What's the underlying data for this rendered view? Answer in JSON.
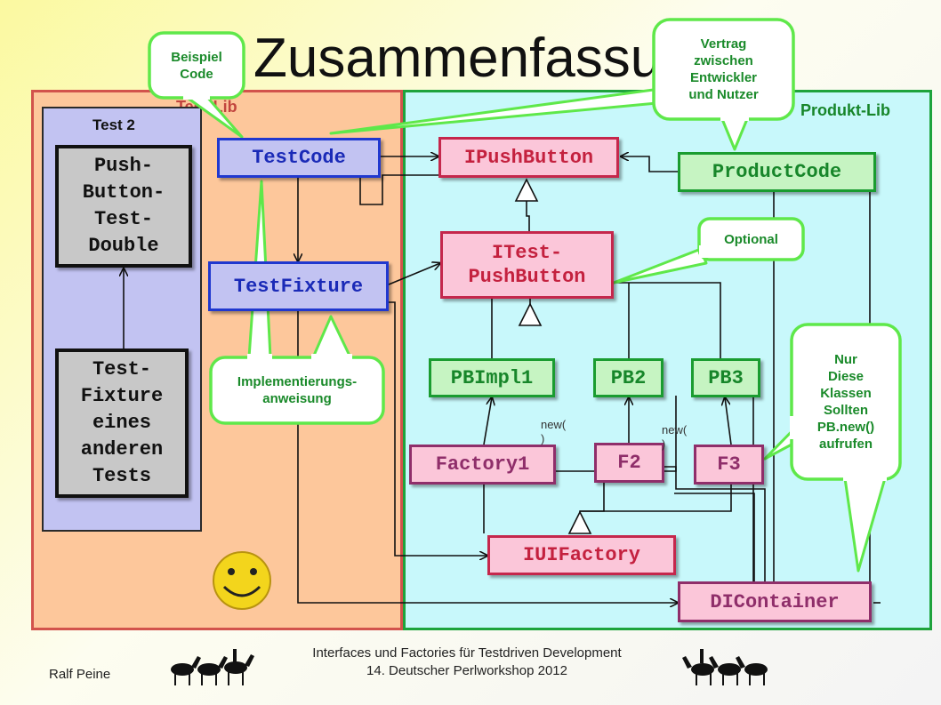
{
  "title": "Zusammenfassung",
  "regions": {
    "test_lib": "Test-Lib",
    "produkt_lib": "Produkt-Lib",
    "test2": "Test 2"
  },
  "boxes": {
    "push_button_test_double": "Push-\nButton-\nTest-\nDouble",
    "test_fixture_other": "Test-\nFixture\neines\nanderen\nTests",
    "test_code": "TestCode",
    "test_fixture": "TestFixture",
    "ipushbutton": "IPushButton",
    "itest_pushbutton": "ITest-\nPushButton",
    "product_code": "ProductCode",
    "pbimpl1": "PBImpl1",
    "pb2": "PB2",
    "pb3": "PB3",
    "factory1": "Factory1",
    "f2": "F2",
    "f3": "F3",
    "iuifactory": "IUIFactory",
    "dicontainer": "DIContainer"
  },
  "callouts": {
    "beispiel_code": "Beispiel\nCode",
    "vertrag": "Vertrag\nzwischen\nEntwickler\nund Nutzer",
    "optional": "Optional",
    "implementierung": "Implementierungs-\nanweisung",
    "nur_diese": "Nur\nDiese\nKlassen\nSollten\nPB.new()\naufrufen"
  },
  "notes": {
    "new1": "new(\n)",
    "new2": "new(\n)"
  },
  "footer": {
    "author": "Ralf Peine",
    "line1": "Interfaces und Factories für Testdriven Development",
    "line2": "14. Deutscher Perlworkshop 2012"
  },
  "colors": {
    "callout_border": "#5fe84a",
    "callout_text": "#1a8a2a"
  }
}
